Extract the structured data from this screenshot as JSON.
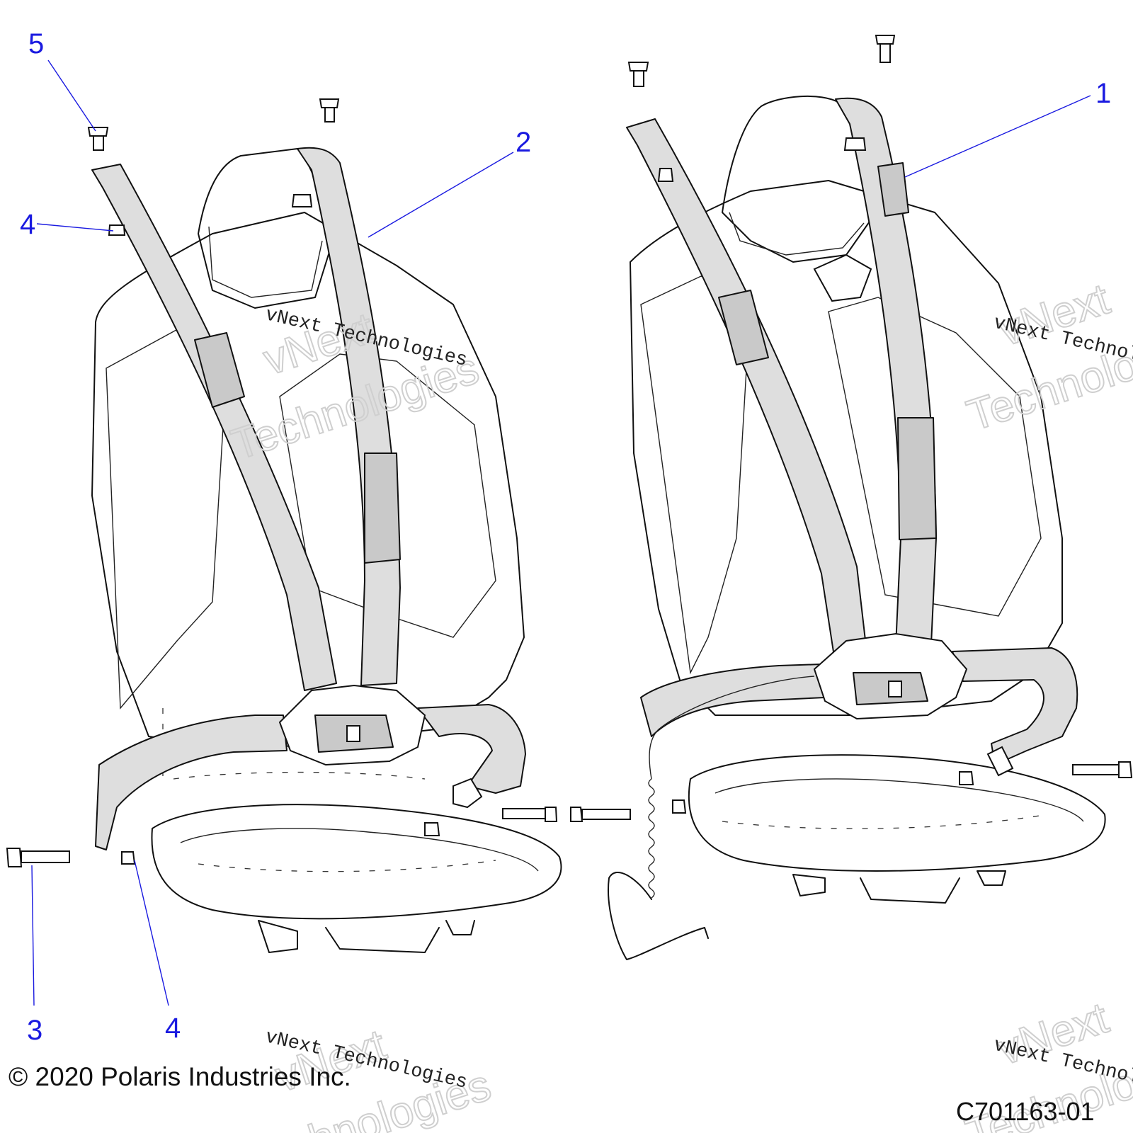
{
  "callouts": {
    "c1": "1",
    "c2": "2",
    "c3": "3",
    "c4_top": "4",
    "c4_bottom": "4",
    "c5": "5"
  },
  "footer": {
    "copyright": "© 2020 Polaris Industries Inc.",
    "part_code": "C701163-01"
  },
  "watermark": {
    "line_small": "vNext Technologies",
    "line_big_1": "vNext",
    "line_big_2": "Technologies"
  },
  "colors": {
    "callout": "#1a1ae0",
    "strap": "#c9c9c9",
    "outline": "#111111"
  }
}
